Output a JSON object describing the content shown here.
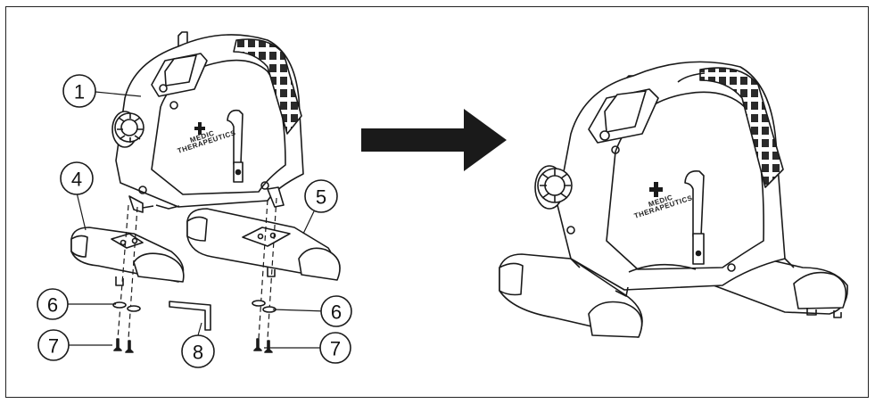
{
  "title": "",
  "callouts": {
    "c1": "1",
    "c4": "4",
    "c5": "5",
    "c6_left": "6",
    "c6_right": "6",
    "c7_left": "7",
    "c7_right": "7",
    "c8": "8"
  },
  "brand": {
    "line1_left": "MEDIC",
    "line2_left": "THERAPEUTICS",
    "line1_right": "MEDIC",
    "line2_right": "THERAPEUTICS"
  },
  "colors": {
    "ink": "#1a1a1a",
    "arrow": "#1a1a1a",
    "background": "#ffffff"
  }
}
